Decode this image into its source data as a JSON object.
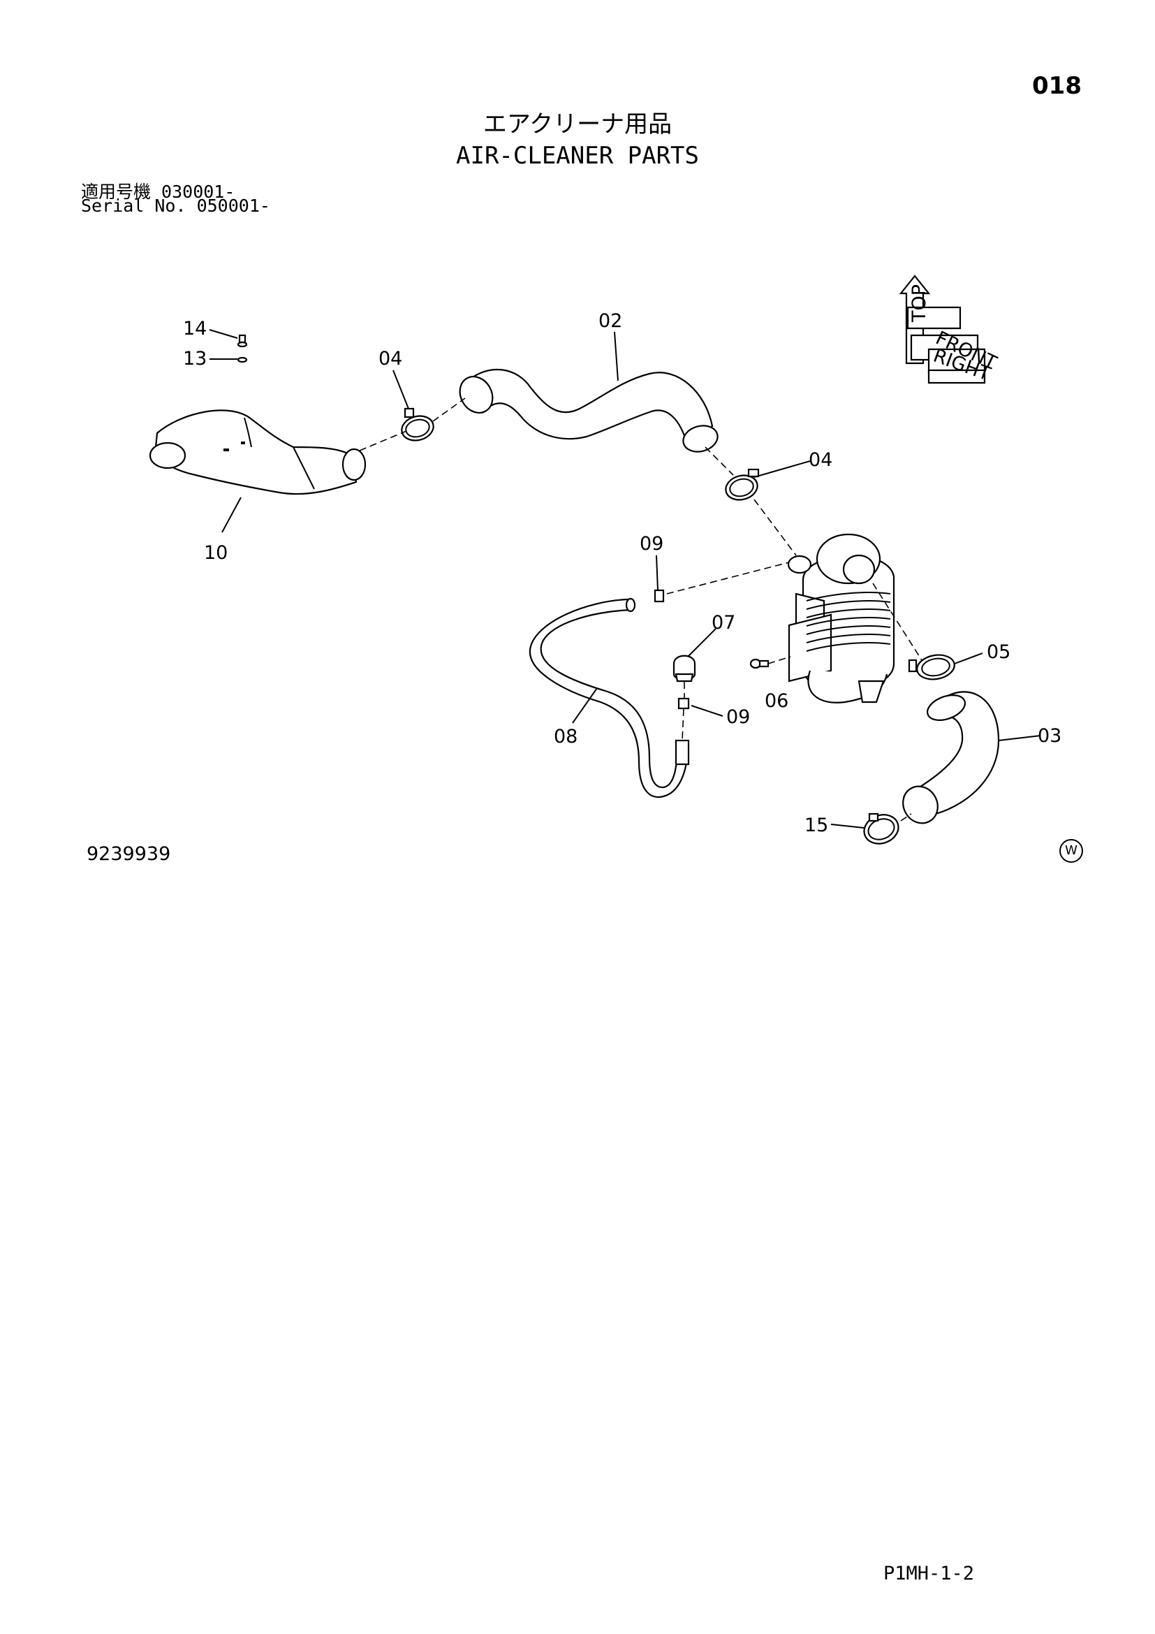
{
  "page_number": "018",
  "title_jp": "エアクリーナ用品",
  "title_en": "AIR-CLEANER PARTS",
  "serial": {
    "line1": "適用号機  030001-",
    "line2": "Serial No. 050001-"
  },
  "drawing_number": "9239939",
  "w_mark": "W",
  "footer_code": "P1MH-1-2",
  "orientation": {
    "top": "TOP",
    "front": "FRONT",
    "right": "RIGHT"
  },
  "callouts": {
    "c02": "02",
    "c03": "03",
    "c04a": "04",
    "c04b": "04",
    "c05": "05",
    "c06": "06",
    "c07": "07",
    "c08": "08",
    "c09a": "09",
    "c09b": "09",
    "c10": "10",
    "c13": "13",
    "c14": "14",
    "c15": "15"
  }
}
